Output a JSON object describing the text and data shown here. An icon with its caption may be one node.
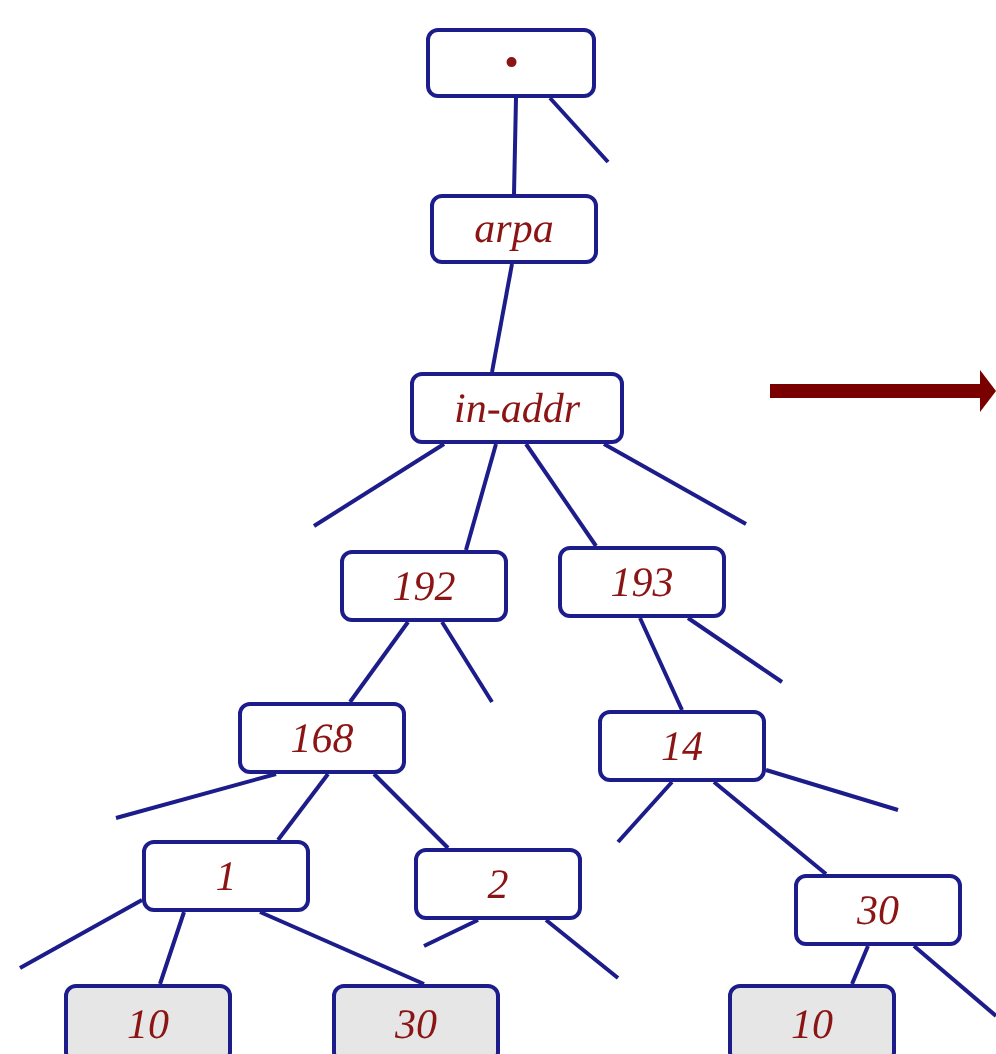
{
  "diagram": {
    "nodes": [
      {
        "text": [
          "•"
        ]
      },
      {
        "text": [
          "arpa"
        ]
      },
      {
        "text": [
          "in-addr"
        ]
      },
      {
        "text": [
          "192"
        ]
      },
      {
        "text": [
          "193"
        ]
      },
      {
        "text": [
          "168"
        ]
      },
      {
        "text": [
          "14"
        ]
      },
      {
        "text": [
          "1"
        ]
      },
      {
        "text": [
          "2"
        ]
      },
      {
        "text": [
          "30"
        ]
      },
      {
        "text": [
          "10"
        ]
      },
      {
        "text": [
          "30"
        ]
      },
      {
        "text": [
          "10"
        ]
      }
    ],
    "edges": [
      {
        "from": 0,
        "to": 1,
        "arrow": "none"
      },
      {
        "from": 0,
        "to": null,
        "arrow": "none"
      },
      {
        "from": 1,
        "to": 2,
        "arrow": "none"
      },
      {
        "from": 2,
        "to": null,
        "arrow": "none"
      },
      {
        "from": 2,
        "to": 3,
        "arrow": "none"
      },
      {
        "from": 2,
        "to": 4,
        "arrow": "none"
      },
      {
        "from": 2,
        "to": null,
        "arrow": "none"
      },
      {
        "from": 3,
        "to": 5,
        "arrow": "none"
      },
      {
        "from": 3,
        "to": null,
        "arrow": "none"
      },
      {
        "from": 4,
        "to": 6,
        "arrow": "none"
      },
      {
        "from": 4,
        "to": null,
        "arrow": "none"
      },
      {
        "from": 5,
        "to": null,
        "arrow": "none"
      },
      {
        "from": 5,
        "to": 7,
        "arrow": "none"
      },
      {
        "from": 5,
        "to": 8,
        "arrow": "none"
      },
      {
        "from": 6,
        "to": null,
        "arrow": "none"
      },
      {
        "from": 6,
        "to": 9,
        "arrow": "none"
      },
      {
        "from": 6,
        "to": null,
        "arrow": "none"
      },
      {
        "from": 7,
        "to": null,
        "arrow": "none"
      },
      {
        "from": 7,
        "to": 10,
        "arrow": "none"
      },
      {
        "from": 7,
        "to": 11,
        "arrow": "none"
      },
      {
        "from": 8,
        "to": null,
        "arrow": "none"
      },
      {
        "from": 8,
        "to": null,
        "arrow": "none"
      },
      {
        "from": 9,
        "to": 12,
        "arrow": "none"
      },
      {
        "from": 9,
        "to": null,
        "arrow": "none"
      }
    ]
  }
}
